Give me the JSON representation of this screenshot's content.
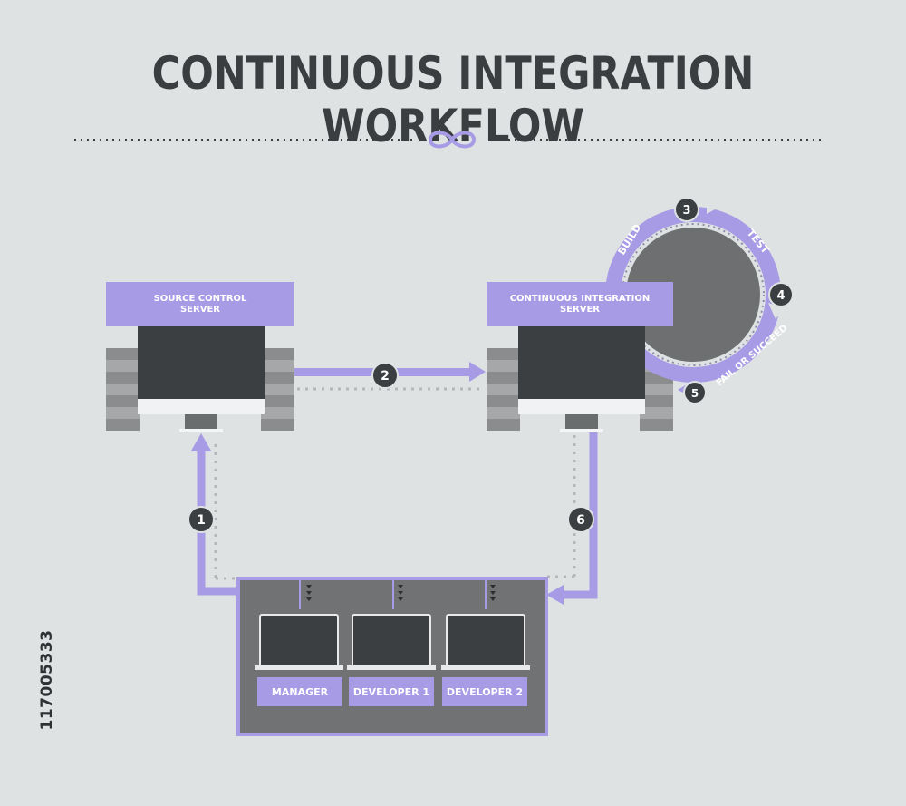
{
  "title": "CONTINUOUS INTEGRATION WORKFLOW",
  "stock_id": "117005333",
  "source_server": {
    "label": "SOURCE CONTROL\nSERVER"
  },
  "ci_server": {
    "label": "CONTINUOUS INTEGRATION\nSERVER"
  },
  "cycle_labels": {
    "build": "BUILD",
    "test": "TEST",
    "fail_or_succeed": "FAIL OR SUCCEED"
  },
  "steps": {
    "s1": "1",
    "s2": "2",
    "s3": "3",
    "s4": "4",
    "s5": "5",
    "s6": "6"
  },
  "team": {
    "members": [
      {
        "label": "MANAGER"
      },
      {
        "label": "DEVELOPER 1"
      },
      {
        "label": "DEVELOPER 2"
      }
    ]
  },
  "colors": {
    "background": "#dfe2e3",
    "accent": "#a79be6",
    "dark": "#3a3e40",
    "server_stripes": "#818384",
    "circle": "#6d6f70"
  },
  "icons": {
    "divider": "infinity-icon"
  }
}
